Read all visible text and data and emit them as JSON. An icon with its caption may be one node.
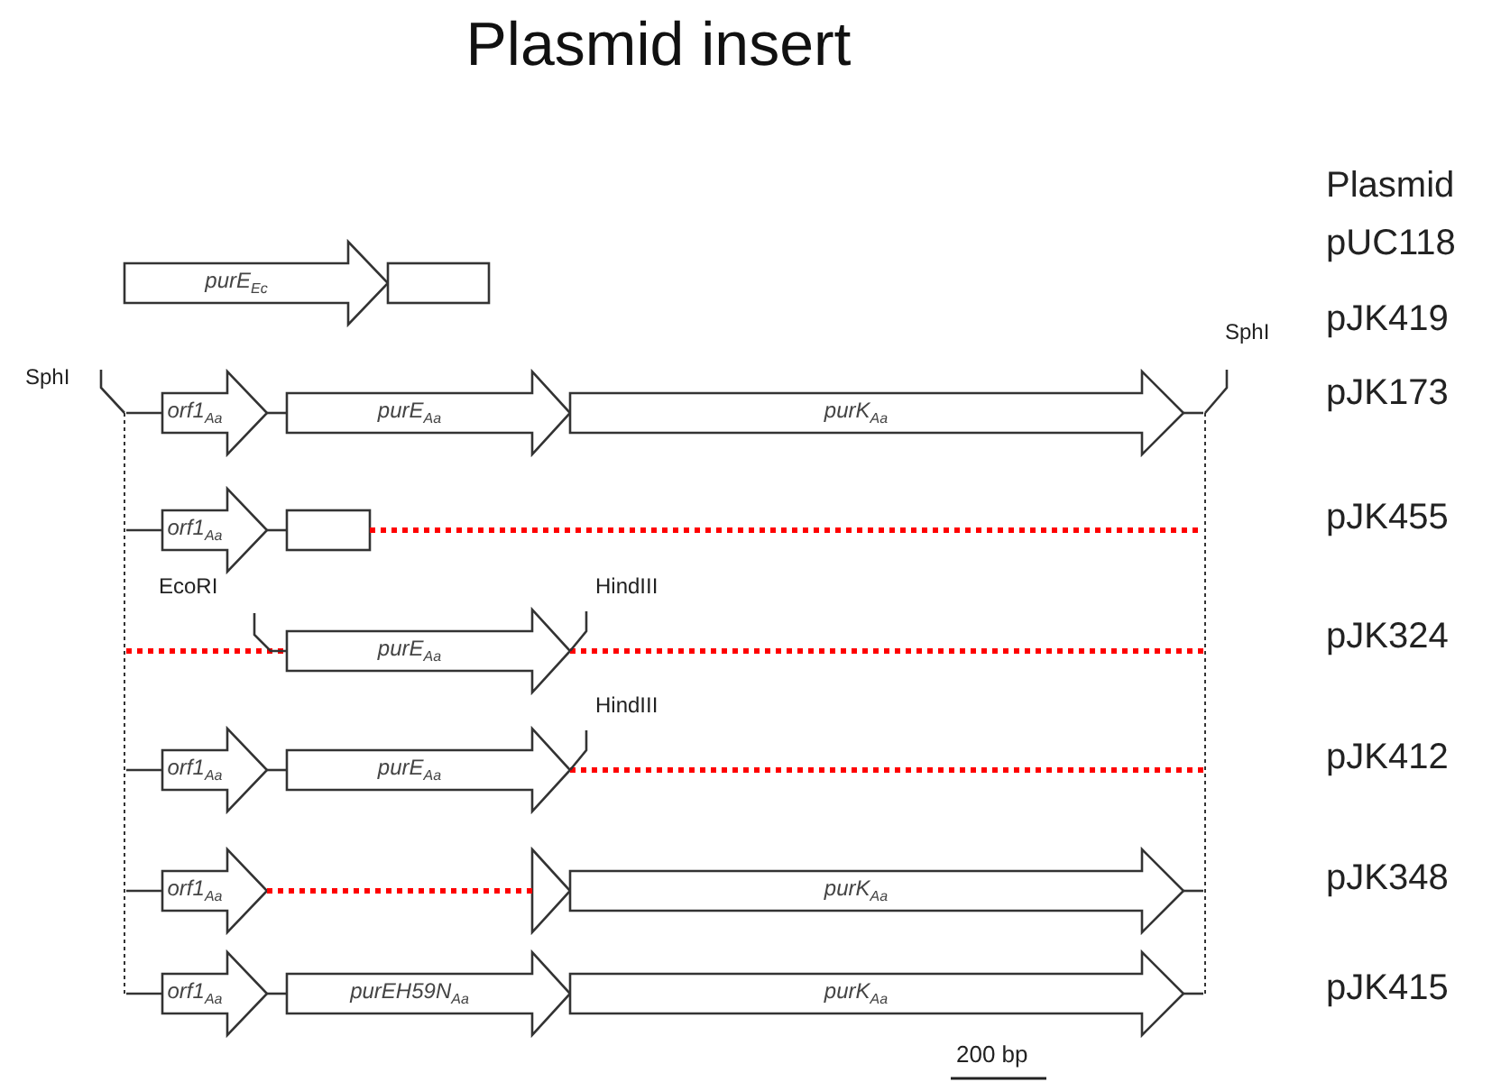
{
  "diagram": {
    "title": "Plasmid insert",
    "nodes": [
      {
        "text": [
          "purE$_{Ec}$"
        ]
      },
      {
        "text": [],
        "shape": "box"
      },
      {
        "text": [
          "orf1$_{Aa}$"
        ]
      },
      {
        "text": [
          "purE$_{Aa}$"
        ]
      },
      {
        "text": [
          "purK$_{Aa}$"
        ]
      },
      {
        "text": [
          "orf1$_{Aa}$"
        ]
      },
      {
        "text": [],
        "shape": "box"
      },
      {
        "text": [
          "purE$_{Aa}$"
        ]
      },
      {
        "text": [
          "orf1$_{Aa}$"
        ]
      },
      {
        "text": [
          "purE$_{Aa}$"
        ]
      },
      {
        "text": [
          "orf1$_{Aa}$"
        ]
      },
      {
        "text": [],
        "shape": "triangle"
      },
      {
        "text": [
          "purK$_{Aa}$"
        ]
      },
      {
        "text": [
          "orf1$_{Aa}$"
        ]
      },
      {
        "text": [
          "purEH59N$_{Aa}$"
        ]
      },
      {
        "text": [
          "purK$_{Aa}$"
        ]
      },
      {
        "text": [],
        "shape": "bar"
      },
      {
        "text": [],
        "shape": "bar"
      },
      {
        "text": [
          "SphI"
        ]
      },
      {
        "text": [
          "SphI"
        ]
      },
      {
        "text": [
          "EcoRI"
        ]
      },
      {
        "text": [
          "HindIII"
        ]
      },
      {
        "text": [
          "HindIII"
        ]
      }
    ],
    "edges": [
      {
        "from": 16,
        "to": 2,
        "arrow": "none"
      },
      {
        "from": 2,
        "to": 3,
        "arrow": "none"
      },
      {
        "from": 4,
        "to": 17,
        "arrow": "none"
      },
      {
        "from": 16,
        "to": 5,
        "arrow": "none"
      },
      {
        "from": 5,
        "to": 6,
        "arrow": "none"
      },
      {
        "from": 6,
        "to": 17,
        "arrow": "none",
        "style": "dashed",
        "color": "#ff0000"
      },
      {
        "from": 16,
        "to": 7,
        "arrow": "none",
        "style": "dashed",
        "color": "#ff0000"
      },
      {
        "from": 7,
        "to": 17,
        "arrow": "none",
        "style": "dashed",
        "color": "#ff0000"
      },
      {
        "from": 16,
        "to": 8,
        "arrow": "none"
      },
      {
        "from": 8,
        "to": 9,
        "arrow": "none"
      },
      {
        "from": 9,
        "to": 17,
        "arrow": "none",
        "style": "dashed",
        "color": "#ff0000"
      },
      {
        "from": 16,
        "to": 10,
        "arrow": "none"
      },
      {
        "from": 10,
        "to": 11,
        "arrow": "none",
        "style": "dashed",
        "color": "#ff0000"
      },
      {
        "from": 12,
        "to": 17,
        "arrow": "none"
      },
      {
        "from": 16,
        "to": 13,
        "arrow": "none"
      },
      {
        "from": 13,
        "to": 14,
        "arrow": "none"
      },
      {
        "from": 15,
        "to": 17,
        "arrow": "none"
      },
      {
        "from": 18,
        "to": 16,
        "arrow": "none"
      },
      {
        "from": 19,
        "to": 17,
        "arrow": "none"
      },
      {
        "from": 20,
        "to": 7,
        "arrow": "none"
      },
      {
        "from": 21,
        "to": 7,
        "arrow": "none"
      },
      {
        "from": 22,
        "to": 9,
        "arrow": "none"
      }
    ],
    "labels": [
      "Plasmid",
      "pUC118",
      "pJK419",
      "pJK173",
      "pJK455",
      "pJK324",
      "pJK412",
      "pJK348",
      "pJK415",
      "200 bp"
    ]
  }
}
